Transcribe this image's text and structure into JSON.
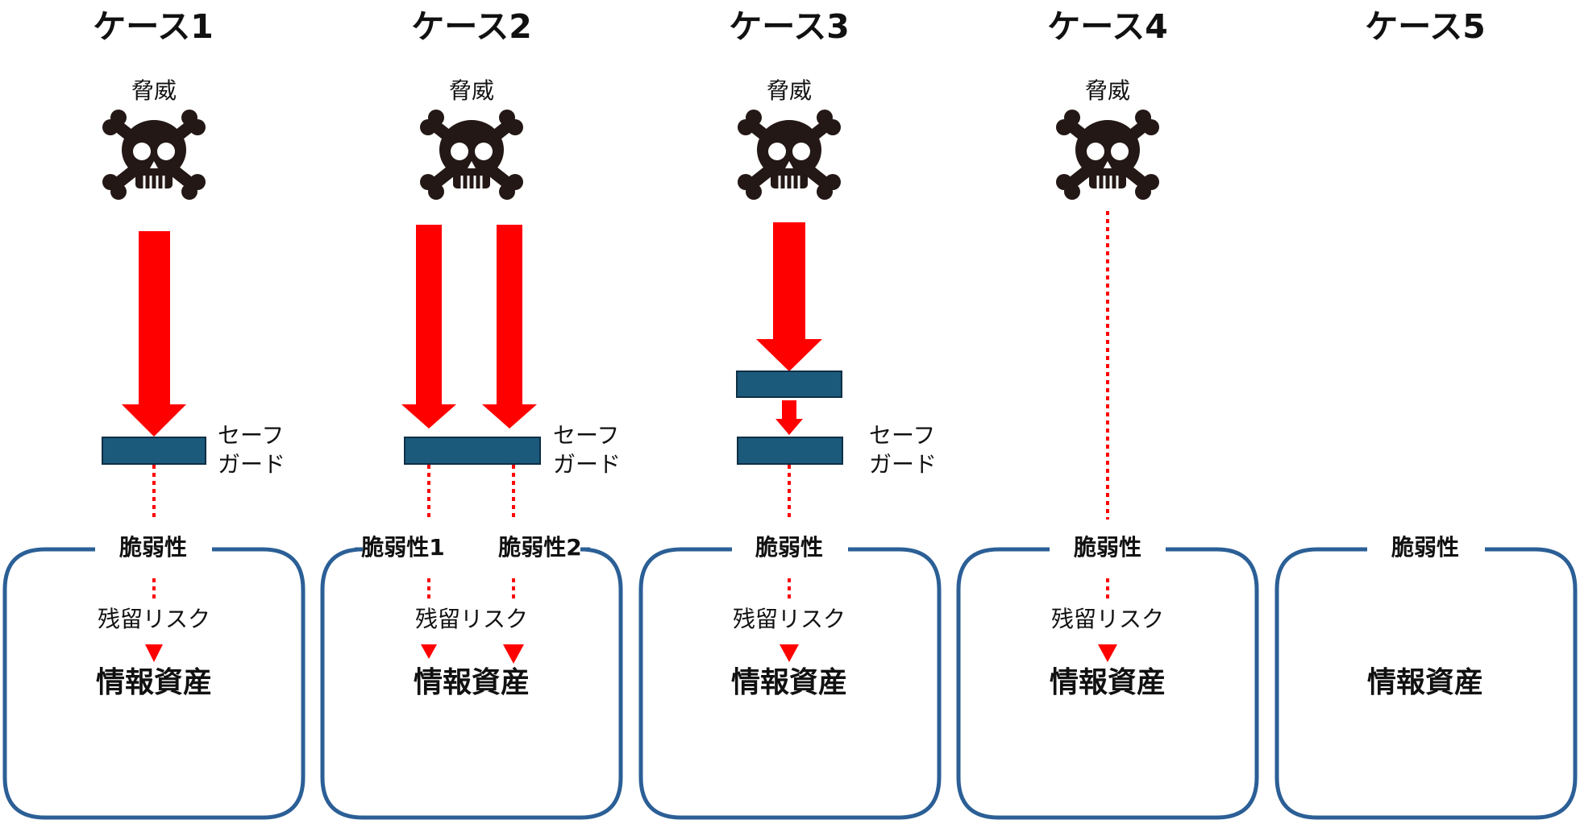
{
  "colors": {
    "threat_arrow": "#ff0000",
    "safeguard": "#1c5a7c",
    "box_border": "#2b5f96",
    "skull": "#231815"
  },
  "cases": [
    {
      "title": "ケース1",
      "threat_label": "脅威",
      "safeguard_label_line1": "セーフ",
      "safeguard_label_line2": "ガード",
      "vulnerability_label": "脆弱性",
      "residual_risk_label": "残留リスク",
      "asset_label": "情報資産"
    },
    {
      "title": "ケース2",
      "threat_label": "脅威",
      "safeguard_label_line1": "セーフ",
      "safeguard_label_line2": "ガード",
      "vulnerability_label_1": "脆弱性1",
      "vulnerability_label_2": "脆弱性2",
      "residual_risk_label": "残留リスク",
      "asset_label": "情報資産"
    },
    {
      "title": "ケース3",
      "threat_label": "脅威",
      "safeguard_label_line1": "セーフ",
      "safeguard_label_line2": "ガード",
      "vulnerability_label": "脆弱性",
      "residual_risk_label": "残留リスク",
      "asset_label": "情報資産"
    },
    {
      "title": "ケース4",
      "threat_label": "脅威",
      "vulnerability_label": "脆弱性",
      "residual_risk_label": "残留リスク",
      "asset_label": "情報資産"
    },
    {
      "title": "ケース5",
      "vulnerability_label": "脆弱性",
      "asset_label": "情報資産"
    }
  ]
}
